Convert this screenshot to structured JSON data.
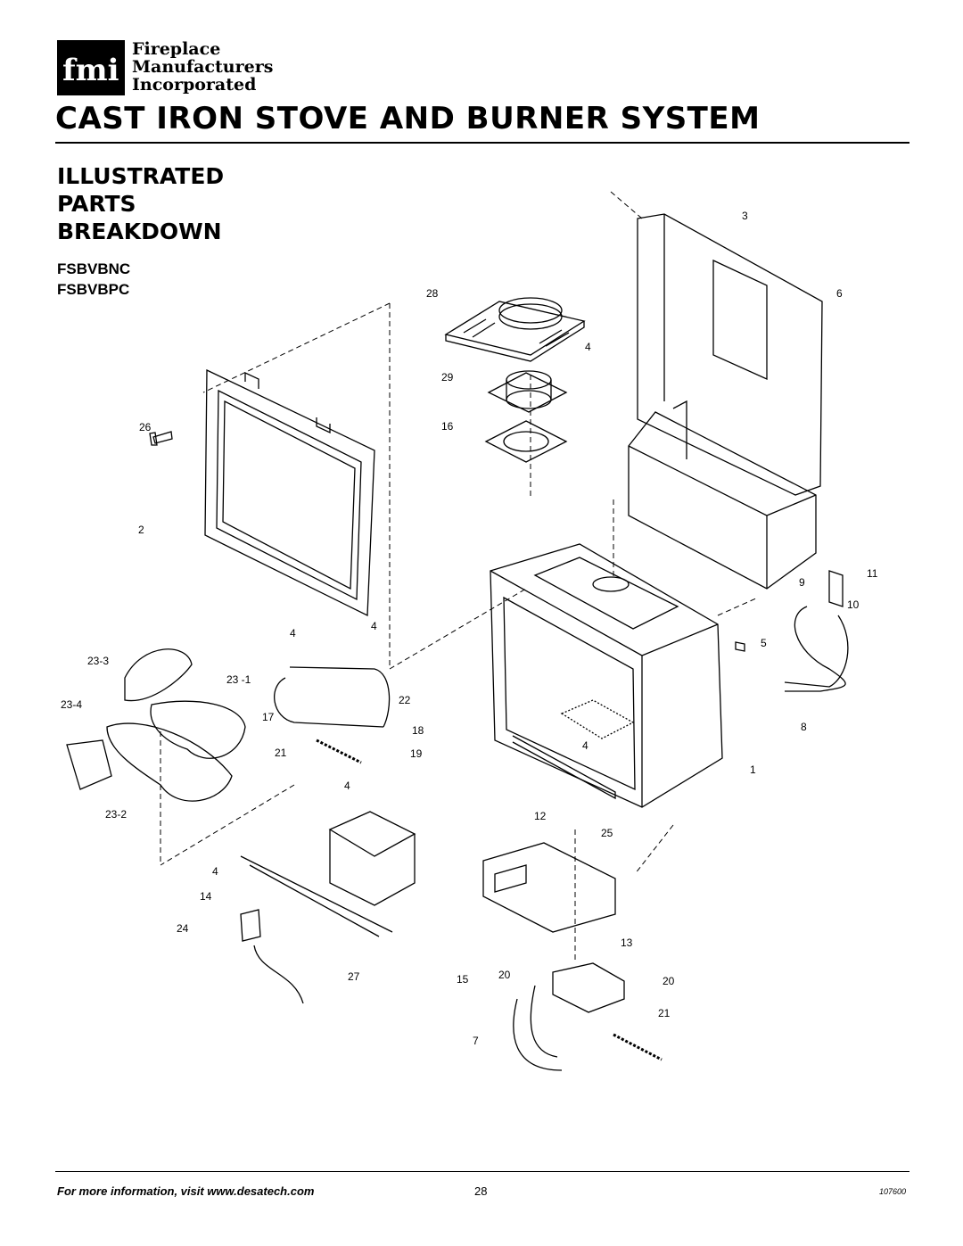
{
  "brand": {
    "mark": "fmi",
    "line1": "Fireplace",
    "line2": "Manufacturers",
    "line3": "Incorporated"
  },
  "title": "CAST IRON STOVE AND BURNER SYSTEM",
  "section": {
    "line1": "ILLUSTRATED",
    "line2": "PARTS",
    "line3": "BREAKDOWN"
  },
  "models": [
    "FSBVBNC",
    "FSBVBPC"
  ],
  "callouts": [
    "3",
    "6",
    "28",
    "4",
    "29",
    "16",
    "26",
    "2",
    "9",
    "11",
    "10",
    "5",
    "4",
    "4",
    "23-3",
    "23 -1",
    "22",
    "23-4",
    "17",
    "18",
    "8",
    "21",
    "19",
    "4",
    "1",
    "4",
    "23-2",
    "12",
    "25",
    "4",
    "14",
    "24",
    "13",
    "27",
    "15",
    "20",
    "20",
    "21",
    "7"
  ],
  "footer": {
    "text": "For more information, visit www.desatech.com",
    "page": "28",
    "doc_number": "107600"
  }
}
